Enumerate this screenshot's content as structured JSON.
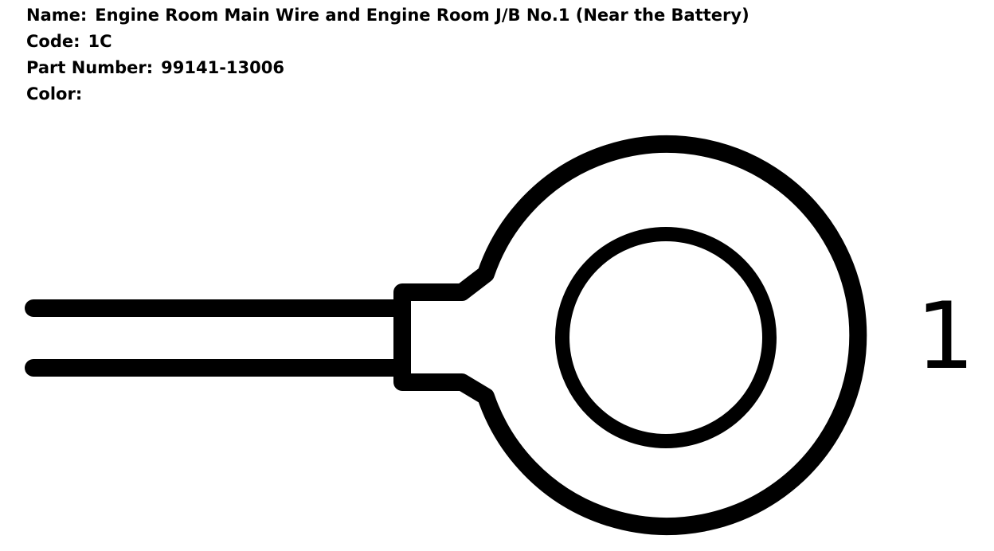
{
  "connector": {
    "name_label": "Name:",
    "name_value": "Engine Room Main Wire and Engine Room J/B No.1 (Near the Battery)",
    "code_label": "Code:",
    "code_value": "1C",
    "part_label": "Part Number:",
    "part_value": "99141-13006",
    "color_label": "Color:",
    "color_value": ""
  },
  "diagram": {
    "terminal_type": "ring-terminal",
    "pin_number": "1",
    "stroke_color": "#000000"
  }
}
